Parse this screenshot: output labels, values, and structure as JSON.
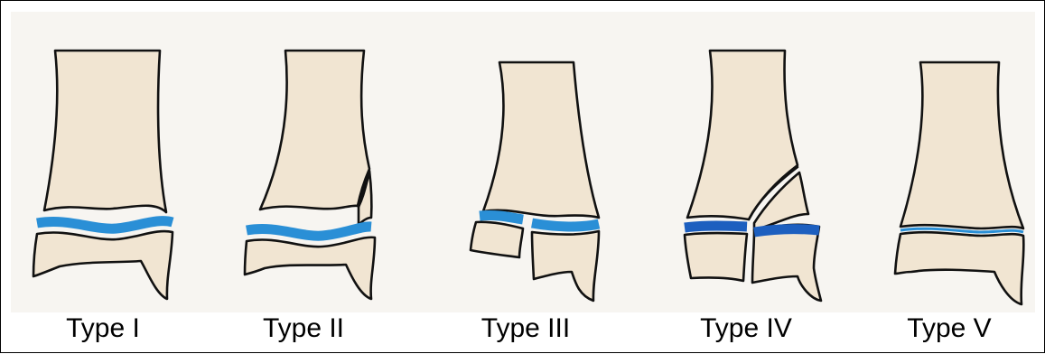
{
  "figure": {
    "panels": [
      {
        "id": "type-1",
        "label": "Type I"
      },
      {
        "id": "type-2",
        "label": "Type II"
      },
      {
        "id": "type-3",
        "label": "Type III"
      },
      {
        "id": "type-4",
        "label": "Type IV"
      },
      {
        "id": "type-5",
        "label": "Type V"
      }
    ]
  },
  "colors": {
    "bone_fill": "#f1e5d2",
    "growth_plate": "#2a8fd6",
    "growth_plate_dark": "#1d5fbf",
    "outline": "#111111",
    "background": "#f7f5f1"
  }
}
